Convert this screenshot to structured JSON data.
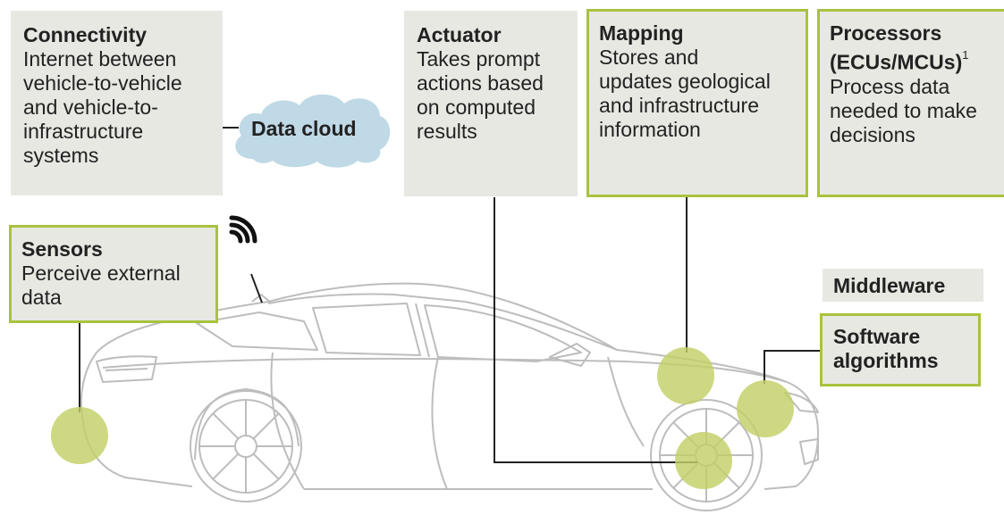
{
  "colors": {
    "box_fill": "#e8e8e3",
    "accent_green": "#a9c23f",
    "highlight": "#c3cf67",
    "cloud": "#bfd9e6",
    "car_outline": "#bdbdbd"
  },
  "connectivity": {
    "title": "Connectivity",
    "desc": "Internet between\nvehicle-to-vehicle\nand vehicle-to-\ninfrastructure\nsystems"
  },
  "data_cloud": {
    "label": "Data cloud"
  },
  "actuator": {
    "title": "Actuator",
    "desc": "Takes prompt\nactions based\non computed\nresults"
  },
  "mapping": {
    "title": "Mapping",
    "desc": "Stores and\nupdates geological\nand infrastructure\ninformation"
  },
  "processors": {
    "title": "Processors",
    "title2": "(ECUs/MCUs)",
    "footnote": "1",
    "desc": "Process data\nneeded to make\ndecisions"
  },
  "sensors": {
    "title": "Sensors",
    "desc": "Perceive external\ndata"
  },
  "middleware": {
    "label": "Middleware"
  },
  "software": {
    "label": "Software\nalgorithms"
  },
  "icons": [
    "wifi-signal-icon",
    "data-cloud-icon",
    "car-illustration"
  ]
}
